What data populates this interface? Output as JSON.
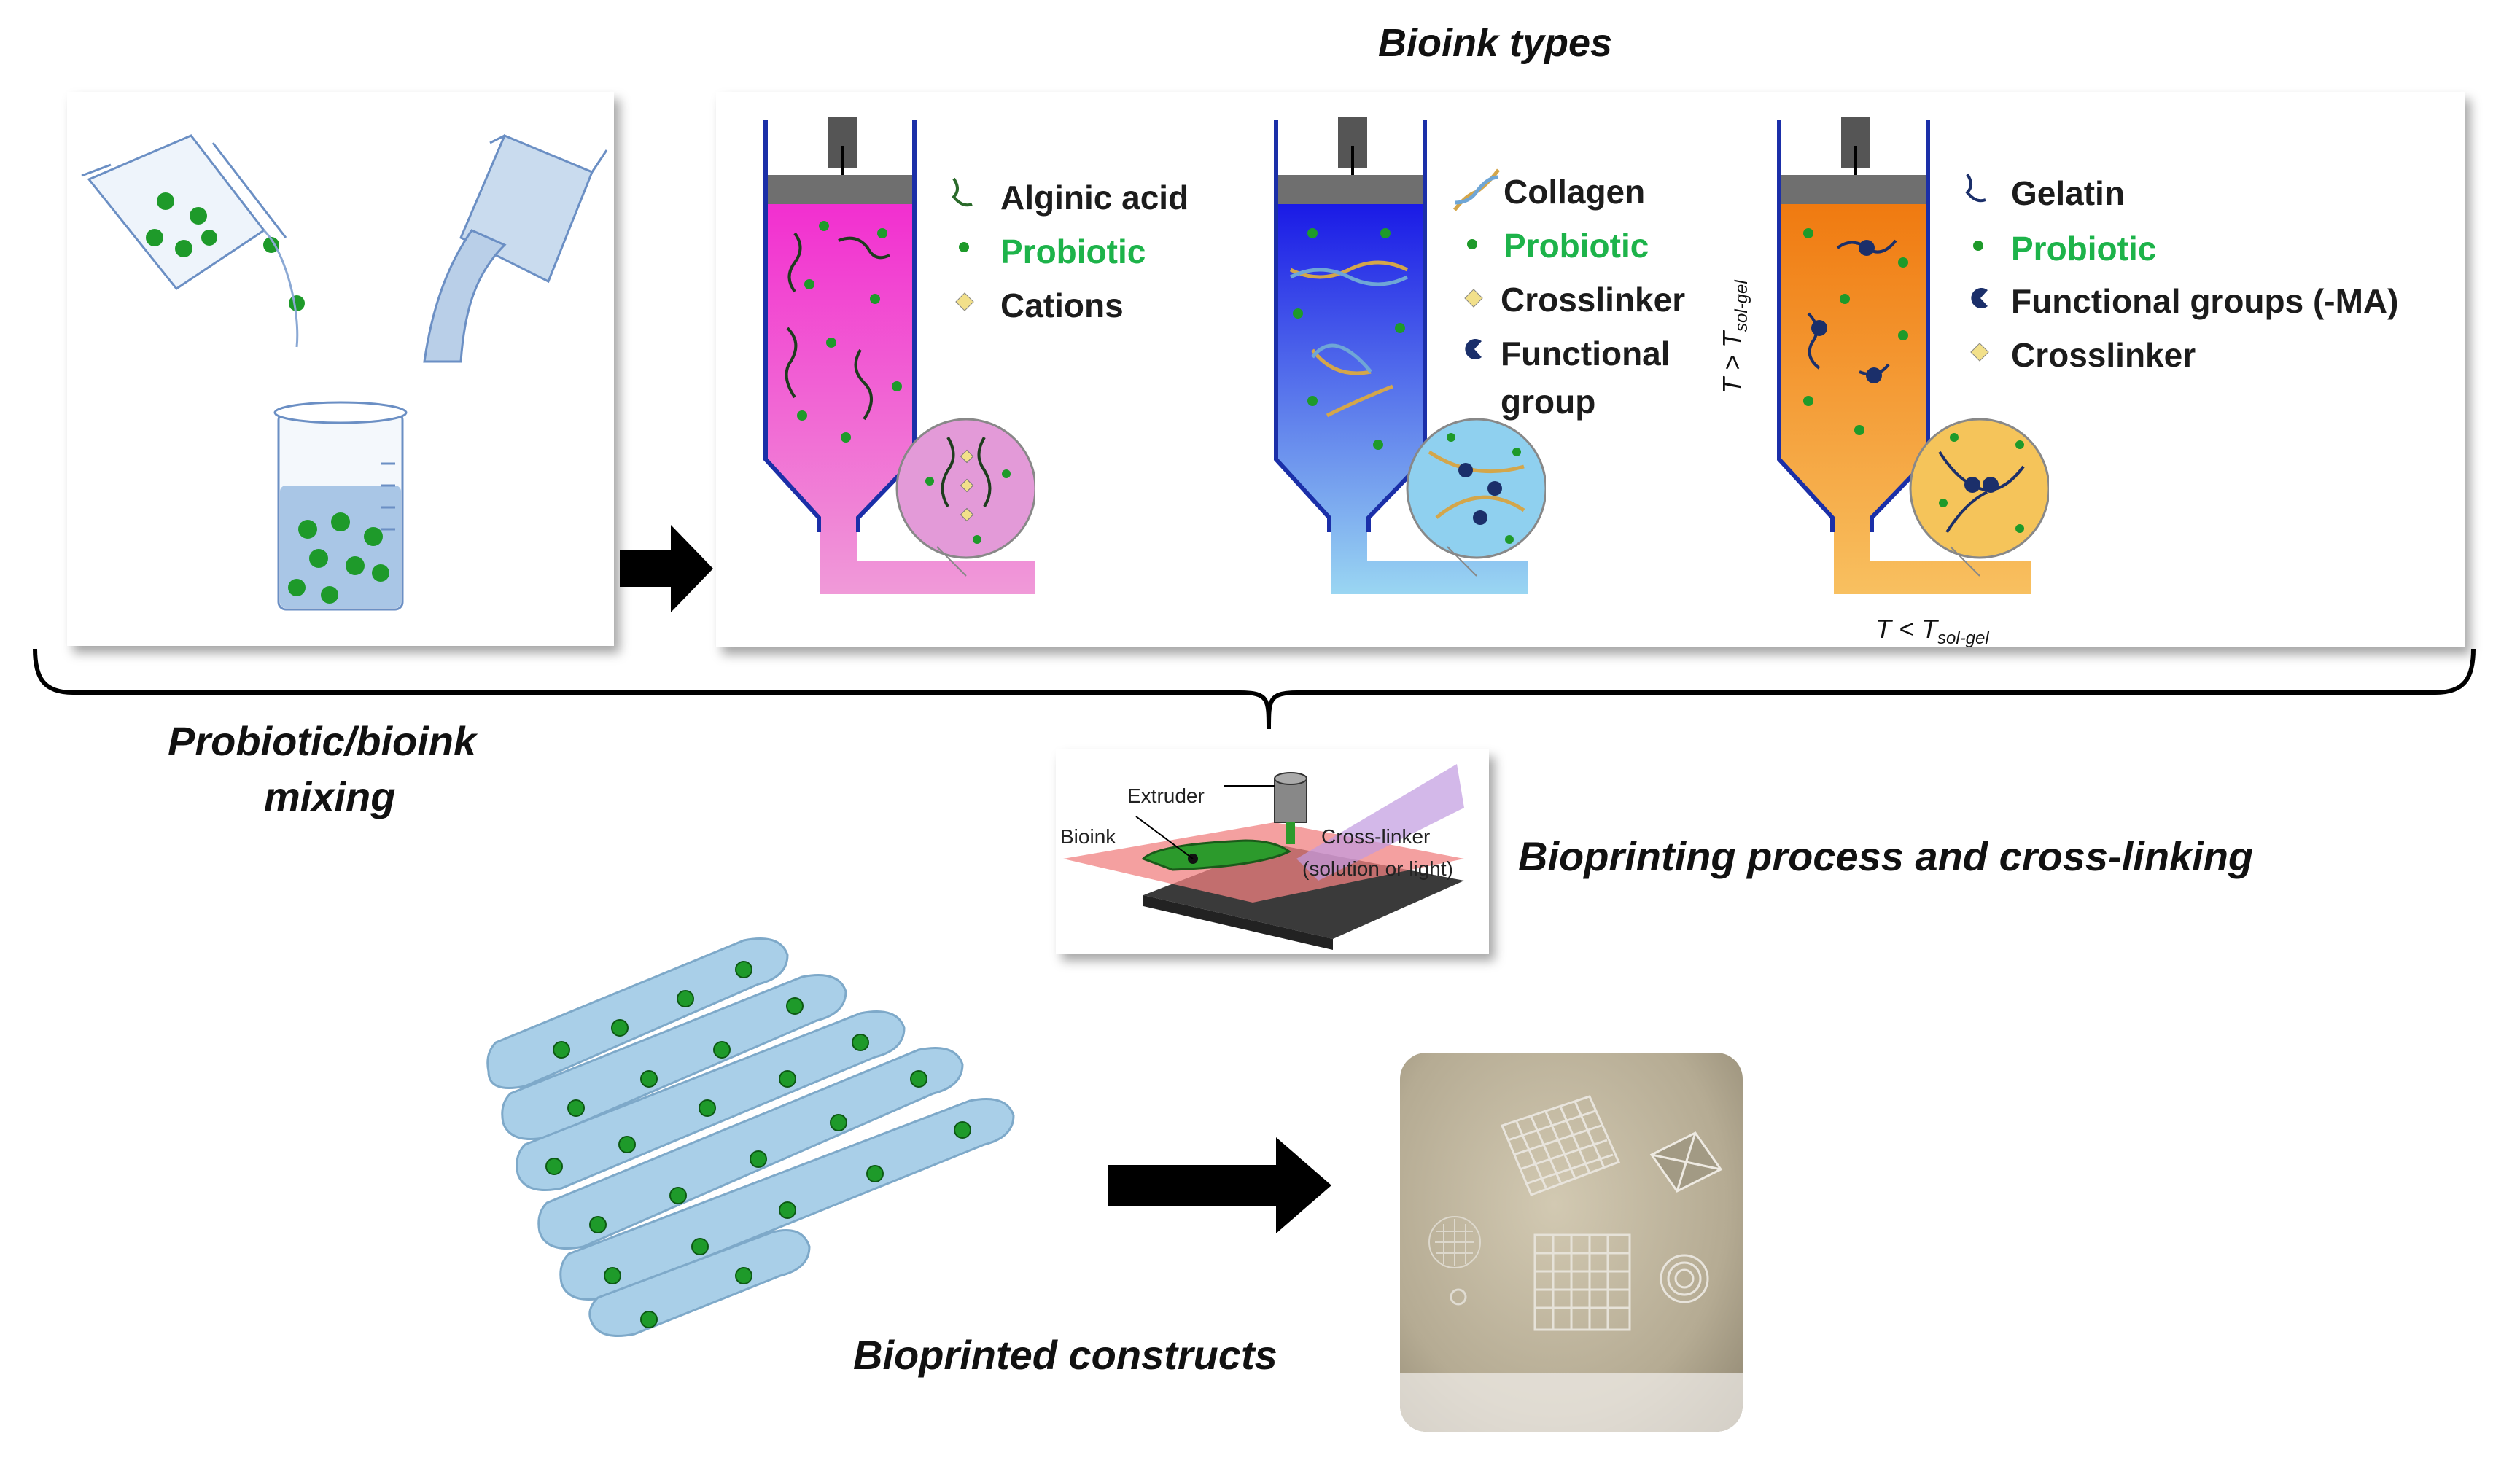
{
  "headings": {
    "bioink_types": "Bioink types",
    "mixing_line1": "Probiotic/bioink",
    "mixing_line2": "mixing",
    "printing": "Bioprinting process and cross-linking",
    "constructs": "Bioprinted constructs"
  },
  "syringes": [
    {
      "legend": [
        "Alginic acid",
        "Probiotic",
        "Cations"
      ],
      "color_top": "#f22fd0",
      "color_bottom": "#f09ad8"
    },
    {
      "legend": [
        "Collagen",
        "Probiotic",
        "Crosslinker",
        "Functional",
        "group"
      ],
      "color_top": "#1a1ae6",
      "color_bottom": "#9ad6f2"
    },
    {
      "legend": [
        "Gelatin",
        "Probiotic",
        "Functional groups (-MA)",
        "Crosslinker"
      ],
      "color_top": "#f07a10",
      "color_bottom": "#f8c060"
    }
  ],
  "temperature": {
    "above": "T > T",
    "above_sub": "sol-gel",
    "below": "T < T",
    "below_sub": "sol-gel"
  },
  "printer_labels": {
    "extruder": "Extruder",
    "bioink": "Bioink",
    "crosslinker_line1": "Cross-linker",
    "crosslinker_line2": "(solution or light)"
  },
  "colors": {
    "probiotic_green": "#1db34a",
    "microbe_green": "#1e9a2a",
    "gel_blue": "#a9cfe8",
    "syringe_frame": "#1b2fa8"
  }
}
